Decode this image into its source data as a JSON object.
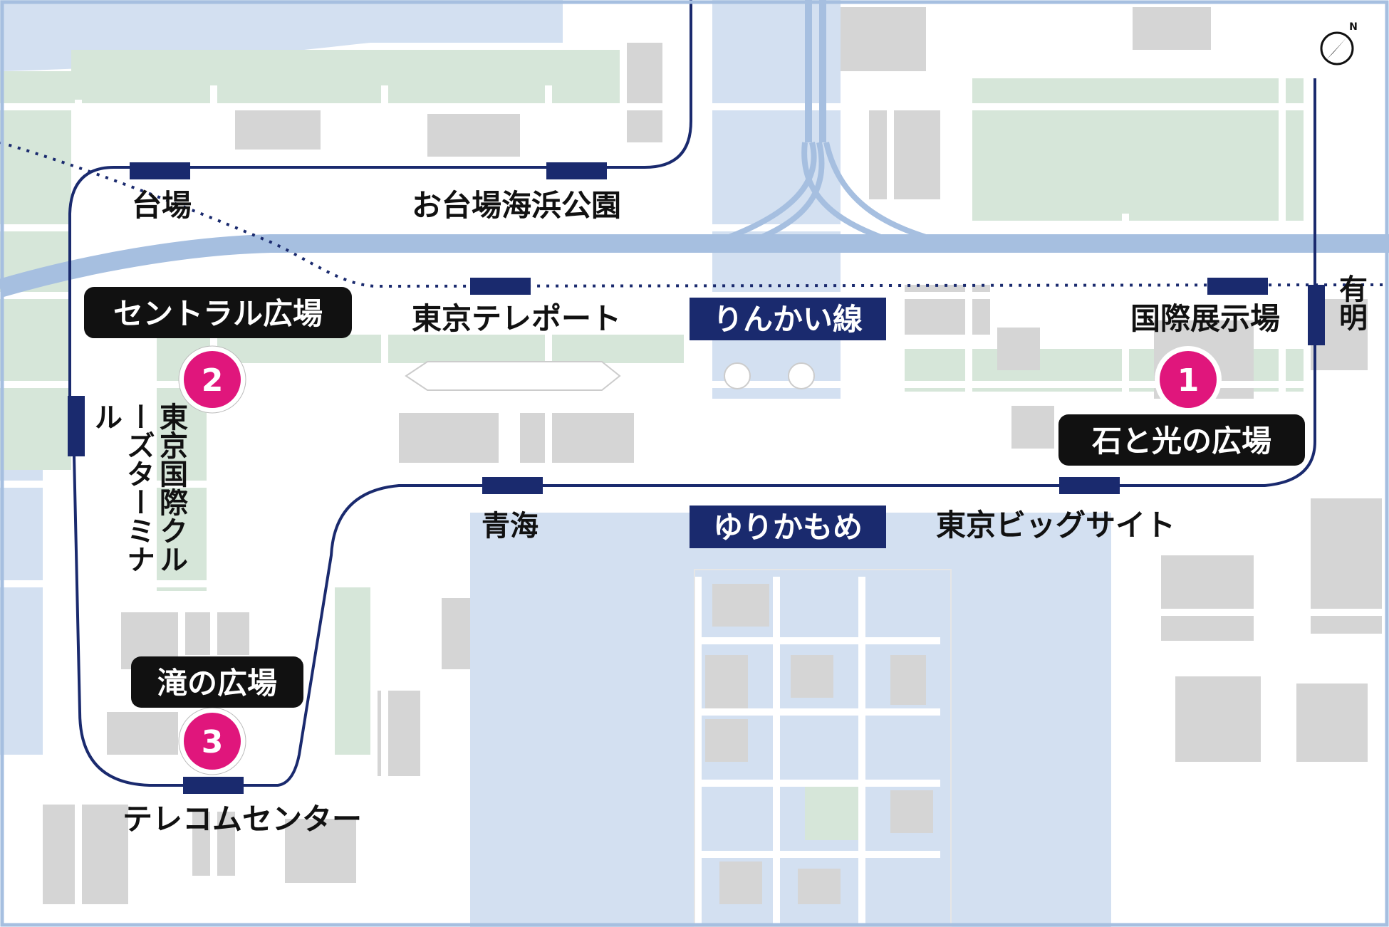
{
  "colors": {
    "water": "#d3e0f1",
    "park": "#d6e6d9",
    "building": "#d5d5d5",
    "road": "#ffffff",
    "expressway": "#a6bfe0",
    "line": "#1a2a6e",
    "marker": "#e0167c"
  },
  "icons": {
    "compass": "compass-icon"
  },
  "compass": {
    "label": "N"
  },
  "stations": {
    "daiba": "台場",
    "odaiba_kaihin_koen": "お台場海浜公園",
    "tokyo_teleport": "東京テレポート",
    "kokusai_tenjijo": "国際展示場",
    "ariake": "有明",
    "tokyo_kokusai_cruise_terminal": "東京国際クルーズターミナル",
    "aomi": "青海",
    "tokyo_big_sight": "東京ビッグサイト",
    "telecom_center": "テレコムセンター"
  },
  "lines": {
    "rinkai": "りんかい線",
    "yurikamome": "ゆりかもめ"
  },
  "plazas": {
    "ishi_to_hikari": {
      "number": "1",
      "label": "石と光の広場"
    },
    "central": {
      "number": "2",
      "label": "セントラル広場"
    },
    "taki": {
      "number": "3",
      "label": "滝の広場"
    }
  }
}
